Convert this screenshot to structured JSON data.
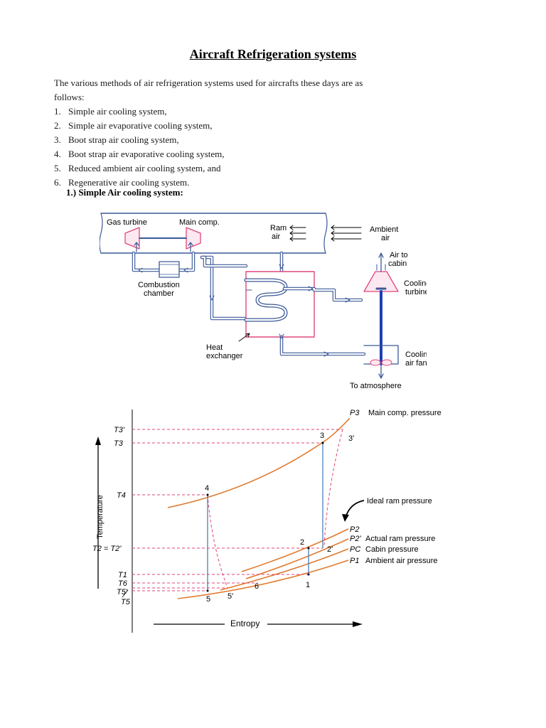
{
  "title": "Aircraft Refrigeration systems",
  "intro": "The various methods of air refrigeration systems used for aircrafts these days are as follows:",
  "methods": [
    {
      "num": "1.",
      "text": "Simple air cooling system,"
    },
    {
      "num": "2.",
      "text": "Simple air evaporative cooling system,"
    },
    {
      "num": "3.",
      "text": "Boot strap air cooling system,"
    },
    {
      "num": "4.",
      "text": "Boot strap air evaporative cooling system,"
    },
    {
      "num": "5.",
      "text": "Reduced ambient air cooling system, and"
    },
    {
      "num": "6.",
      "text": "Regenerative air cooling system."
    }
  ],
  "section_heading": "1.)  Simple Air cooling system:",
  "schematic": {
    "gas_turbine": "Gas turbine",
    "main_comp": "Main comp.",
    "ram_air": [
      "Ram",
      "air"
    ],
    "ambient_air": [
      "Ambient",
      "air"
    ],
    "air_to_cabin": [
      "Air to",
      "cabin"
    ],
    "combustion_chamber": [
      "Combustion",
      "chamber"
    ],
    "cooling_turbine": [
      "Cooling",
      "turbine"
    ],
    "heat_exchanger": [
      "Heat",
      "exchanger"
    ],
    "cooling_air_fan": [
      "Cooling",
      "air fan"
    ],
    "to_atmosphere": "To atmosphere"
  },
  "ts_diagram": {
    "xlabel": "Entropy",
    "ylabel": "Temperature",
    "y_ticks": [
      "T3'",
      "T3",
      "T4",
      "T2 = T2'",
      "T1",
      "T6",
      "T5'",
      "T5"
    ],
    "state_points": [
      "3",
      "3'",
      "4",
      "2",
      "2'",
      "1",
      "5",
      "5'",
      "6"
    ],
    "annotation": "Ideal ram pressure",
    "pressure_lines": [
      {
        "symbol": "P3",
        "name": "Main comp. pressure"
      },
      {
        "symbol": "P2",
        "name": ""
      },
      {
        "symbol": "P2'",
        "name": "Actual ram pressure"
      },
      {
        "symbol": "PC",
        "name": "Cabin pressure"
      },
      {
        "symbol": "P1",
        "name": "Ambient air pressure"
      }
    ],
    "colors": {
      "isobar": "#e07a2e",
      "process": "#4a7fc0",
      "dashed": "#e0467c"
    }
  }
}
